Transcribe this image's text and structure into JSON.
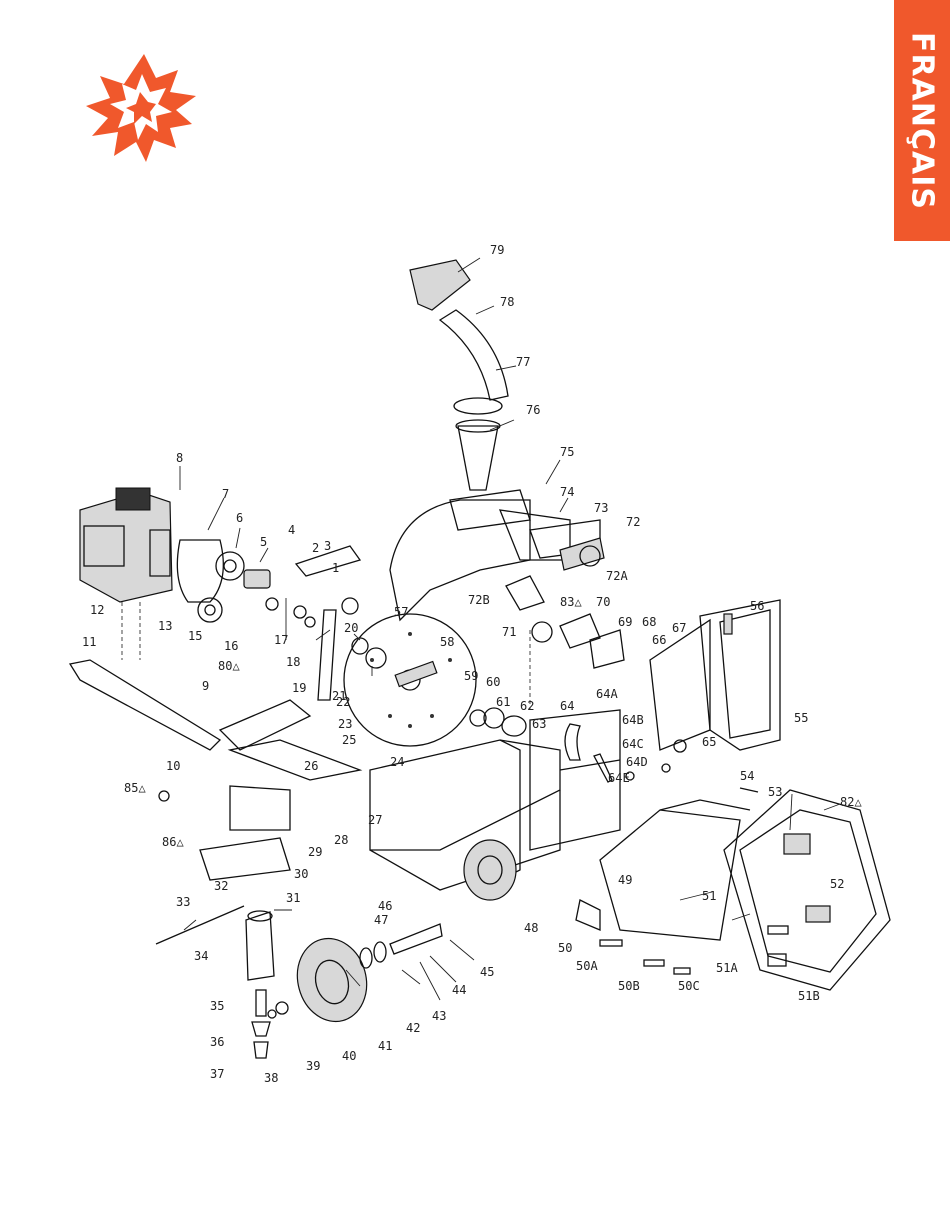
{
  "side_tab": {
    "label": "FRANÇAIS"
  },
  "colors": {
    "accent": "#f0582c",
    "ink": "#111111"
  },
  "logo": {
    "icon": "wolf-head-logo-icon"
  },
  "callouts": [
    "79",
    "78",
    "77",
    "76",
    "75",
    "74",
    "73",
    "72",
    "72A",
    "72B",
    "8",
    "7",
    "6",
    "5",
    "4",
    "3",
    "2",
    "1",
    "12",
    "13",
    "15",
    "16",
    "17",
    "18",
    "19",
    "20",
    "11",
    "80△",
    "21",
    "22",
    "23",
    "57",
    "58",
    "59",
    "60",
    "61",
    "62",
    "63",
    "71",
    "83△",
    "70",
    "69",
    "68",
    "66",
    "67",
    "56",
    "55",
    "9",
    "10",
    "85△",
    "86△",
    "24",
    "25",
    "26",
    "27",
    "28",
    "29",
    "30",
    "31",
    "32",
    "33",
    "34",
    "35",
    "36",
    "37",
    "38",
    "39",
    "40",
    "41",
    "42",
    "43",
    "44",
    "45",
    "46",
    "47",
    "48",
    "64",
    "64A",
    "64B",
    "64C",
    "64D",
    "64E",
    "65",
    "54",
    "53",
    "82△",
    "52",
    "49",
    "50",
    "50A",
    "50B",
    "50C",
    "51",
    "51A",
    "51B"
  ]
}
